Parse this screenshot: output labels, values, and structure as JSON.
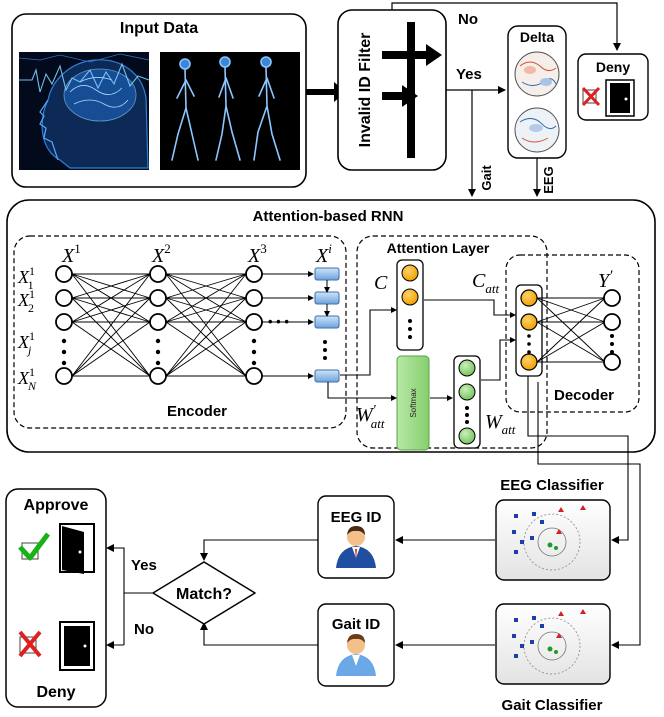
{
  "input": {
    "title": "Input Data"
  },
  "filter": {
    "title": "Invalid ID Filter",
    "no": "No",
    "yes": "Yes"
  },
  "delta": {
    "title": "Delta"
  },
  "deny_top": {
    "title": "Deny"
  },
  "branches": {
    "gait": "Gait",
    "eeg": "EEG"
  },
  "rnn": {
    "title": "Attention-based RNN",
    "encoder": "Encoder",
    "decoder": "Decoder",
    "attention": "Attention Layer",
    "layers": [
      {
        "base": "X",
        "sup": "1"
      },
      {
        "base": "X",
        "sup": "2"
      },
      {
        "base": "X",
        "sup": "3"
      },
      {
        "base": "X",
        "sup": "i"
      }
    ],
    "inputs": [
      {
        "base": "X",
        "sup": "1",
        "sub": "1"
      },
      {
        "base": "X",
        "sup": "1",
        "sub": "2"
      },
      {
        "base": "X",
        "sup": "1",
        "sub": "j"
      },
      {
        "base": "X",
        "sup": "1",
        "sub": "N"
      }
    ],
    "c": "C",
    "c_att": {
      "base": "C",
      "sub": "att"
    },
    "w_prime": {
      "base": "W",
      "prime": "′",
      "sub": "att"
    },
    "w_att": {
      "base": "W",
      "sub": "att"
    },
    "y_prime": {
      "base": "Y",
      "prime": "′"
    },
    "softmax": "Softmax",
    "ellipsis": "• • •"
  },
  "eeg_classifier": {
    "title": "EEG Classifier"
  },
  "gait_classifier": {
    "title": "Gait Classifier"
  },
  "eeg_id": {
    "title": "EEG ID"
  },
  "gait_id": {
    "title": "Gait ID"
  },
  "match": {
    "label": "Match?",
    "yes": "Yes",
    "no": "No"
  },
  "result": {
    "approve": "Approve",
    "deny": "Deny"
  },
  "colors": {
    "orange": "#f5a623",
    "green": "#8fd17a",
    "blue": "#7fb2e5",
    "softmax": "#9bd88a"
  }
}
